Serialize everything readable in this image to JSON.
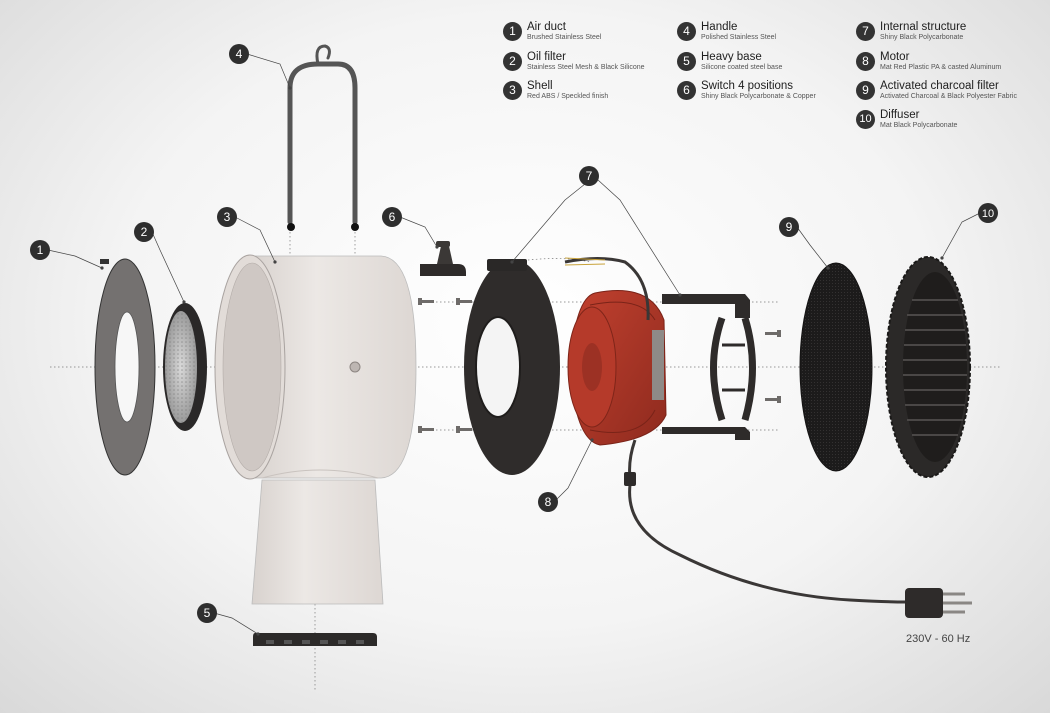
{
  "legend": [
    {
      "num": "1",
      "name": "Air duct",
      "desc": "Brushed Stainless Steel"
    },
    {
      "num": "2",
      "name": "Oil filter",
      "desc": "Stainless Steel Mesh & Black Silicone"
    },
    {
      "num": "3",
      "name": "Shell",
      "desc": "Red ABS / Speckled finish"
    },
    {
      "num": "4",
      "name": "Handle",
      "desc": "Polished Stainless Steel"
    },
    {
      "num": "5",
      "name": "Heavy base",
      "desc": "Silicone coated steel base"
    },
    {
      "num": "6",
      "name": "Switch 4 positions",
      "desc": "Shiny Black Polycarbonate & Copper"
    },
    {
      "num": "7",
      "name": "Internal structure",
      "desc": "Shiny Black Polycarbonate"
    },
    {
      "num": "8",
      "name": "Motor",
      "desc": "Mat Red Plastic PA & casted Aluminum"
    },
    {
      "num": "9",
      "name": "Activated charcoal filter",
      "desc": "Activated Charcoal & Black Polyester Fabric"
    },
    {
      "num": "10",
      "name": "Diffuser",
      "desc": "Mat Black Polycarbonate"
    }
  ],
  "callouts": [
    "1",
    "2",
    "3",
    "4",
    "5",
    "6",
    "7",
    "8",
    "9",
    "10"
  ],
  "voltage_label": "230V - 60 Hz",
  "colors": {
    "shell": "#e7e2df",
    "motor_red": "#a93224",
    "black_part": "#2f2c2b",
    "steel_grey": "#6d6a68",
    "callout_dark": "#2e2e2e"
  }
}
